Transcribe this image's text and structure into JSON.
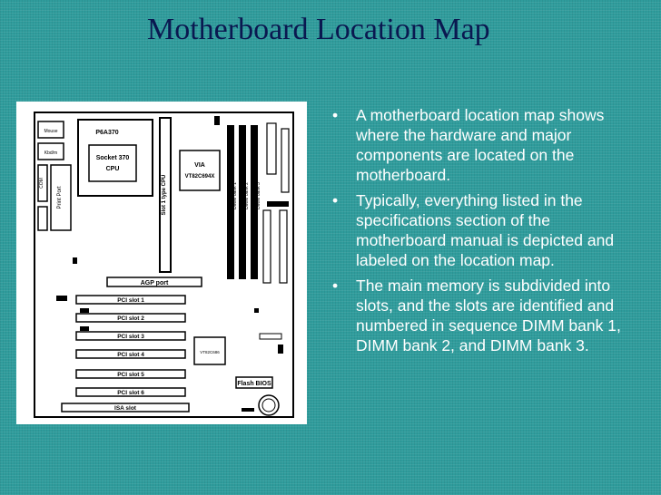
{
  "slide": {
    "title": "Motherboard Location Map",
    "bullets": [
      "A motherboard location map shows where the hardware and major components are located on the motherboard.",
      " Typically, everything listed in the specifications section of the motherboard manual is depicted and labeled on the location map.",
      "The main memory is subdivided into slots, and the slots are identified and numbered in sequence DIMM bank 1, DIMM bank 2, and DIMM bank 3."
    ]
  },
  "figure": {
    "labels": {
      "p6a370": "P6A370",
      "socket": "Socket 370",
      "cpu": "CPU",
      "via": "VIA",
      "via_chip": "VT82C694X",
      "slot1": "Slot 1 type CPU",
      "dimm1": "DIMM bank 1",
      "dimm2": "DIMM bank 2",
      "dimm3": "DIMM bank 3",
      "agp": "AGP port",
      "pci1": "PCI slot 1",
      "pci2": "PCI slot 2",
      "pci3": "PCI slot 3",
      "pci4": "PCI slot 4",
      "pci5": "PCI slot 5",
      "pci6": "PCI slot 6",
      "isa": "ISA slot",
      "flash": "Flash BIOS",
      "mouse": "Mouse",
      "kbd": "Kbd/m",
      "com": "COM",
      "print": "Print Port",
      "southbridge": "VT82C686"
    },
    "colors": {
      "background": "#2f9c9c",
      "title": "#0a1850",
      "text": "#ffffff",
      "line": "#000000"
    }
  }
}
